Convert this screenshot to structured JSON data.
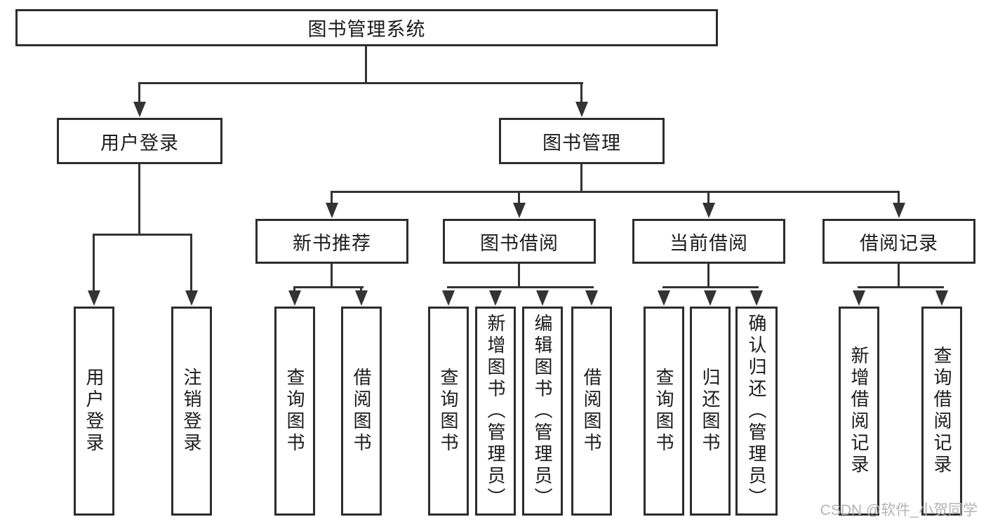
{
  "tree": {
    "root": {
      "label": "图书管理系统"
    },
    "level2": [
      {
        "label": "用户登录"
      },
      {
        "label": "图书管理"
      }
    ],
    "level3": [
      {
        "label": "新书推荐"
      },
      {
        "label": "图书借阅"
      },
      {
        "label": "当前借阅"
      },
      {
        "label": "借阅记录"
      }
    ],
    "leaves": {
      "user_login": [
        "用户登录",
        "注销登录"
      ],
      "new_book": [
        "查询图书",
        "借阅图书"
      ],
      "book_borrow": [
        "查询图书",
        "新增图书（管理员）",
        "编辑图书（管理员）",
        "借阅图书"
      ],
      "current_borrow": [
        "查询图书",
        "归还图书",
        "确认归还（管理员）"
      ],
      "borrow_records": [
        "新增借阅记录",
        "查询借阅记录"
      ]
    }
  },
  "watermark": "CSDN @软件_小贺同学",
  "colors": {
    "line": "#333333",
    "box_border": "#2d2d2d",
    "text": "#1b1b1b",
    "watermark": "#b4b4b4",
    "background": "#ffffff"
  }
}
